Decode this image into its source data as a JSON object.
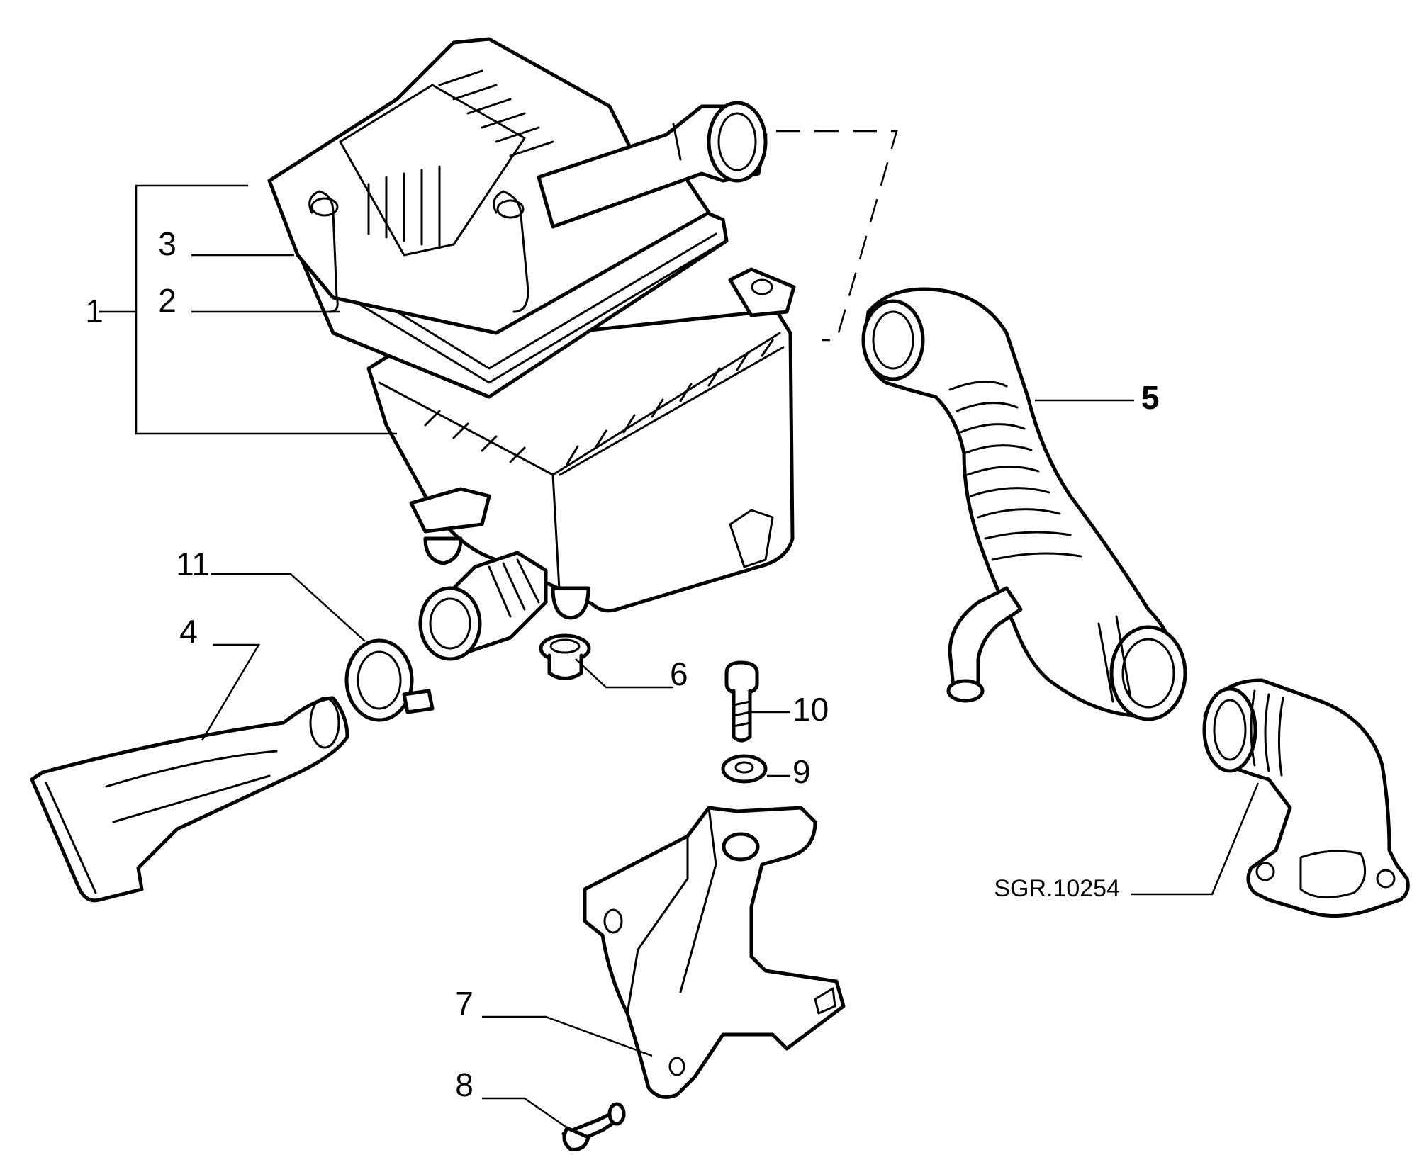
{
  "diagram": {
    "reference": "SGR.10254",
    "labels": {
      "p1": "1",
      "p2": "2",
      "p3": "3",
      "p4": "4",
      "p5": "5",
      "p6": "6",
      "p7": "7",
      "p8": "8",
      "p9": "9",
      "p10": "10",
      "p11": "11"
    }
  }
}
